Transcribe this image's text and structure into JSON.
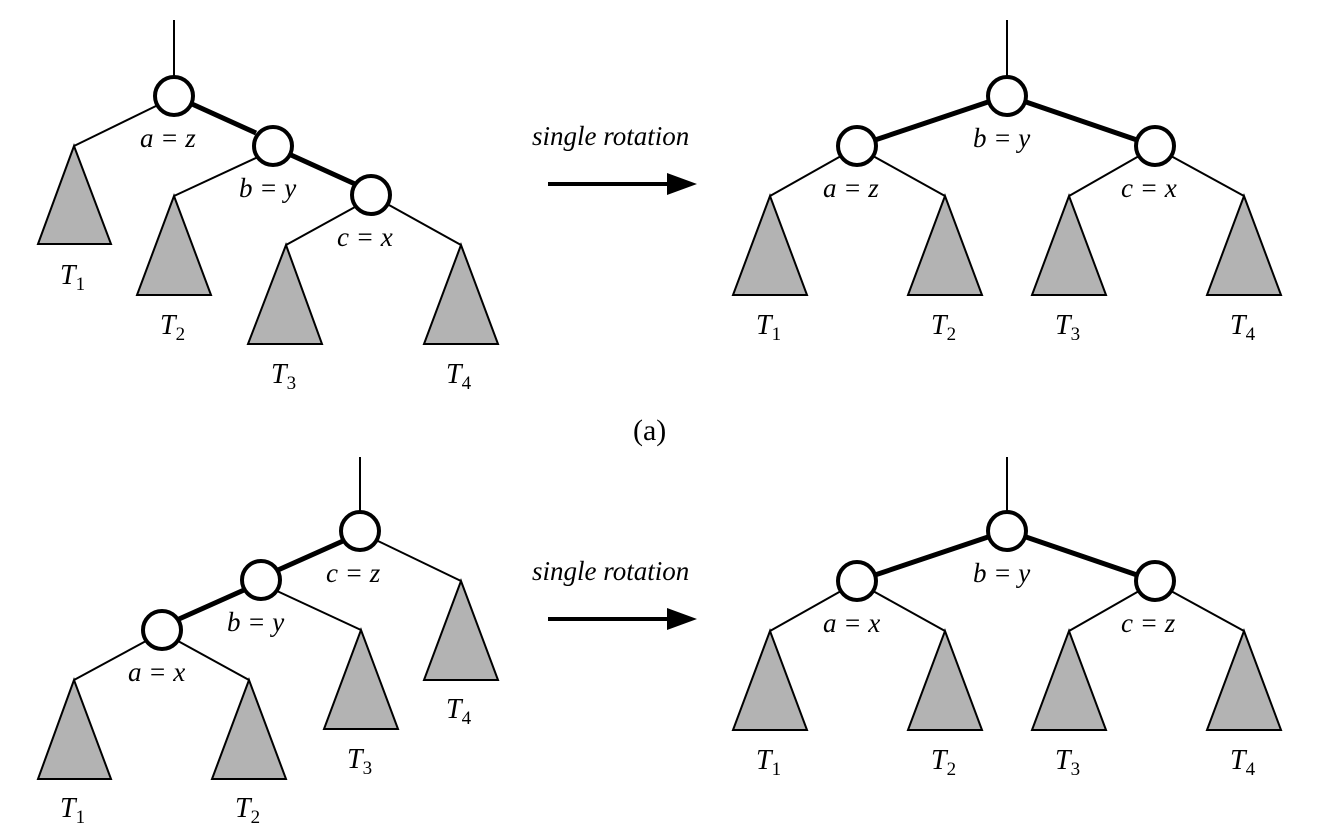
{
  "caption_a": "(a)",
  "arrow_label_top": "single rotation",
  "arrow_label_bottom": "single rotation",
  "subtree_labels": {
    "t1": "T",
    "t1_sub": "1",
    "t2": "T",
    "t2_sub": "2",
    "t3": "T",
    "t3_sub": "3",
    "t4": "T",
    "t4_sub": "4"
  },
  "top_before": {
    "node_a": "a = z",
    "node_b": "b = y",
    "node_c": "c = x"
  },
  "top_after": {
    "node_a": "a = z",
    "node_b": "b = y",
    "node_c": "c = x"
  },
  "bottom_before": {
    "node_a": "a = x",
    "node_b": "b = y",
    "node_c": "c = z"
  },
  "bottom_after": {
    "node_a": "a = x",
    "node_b": "b = y",
    "node_c": "c = z"
  }
}
